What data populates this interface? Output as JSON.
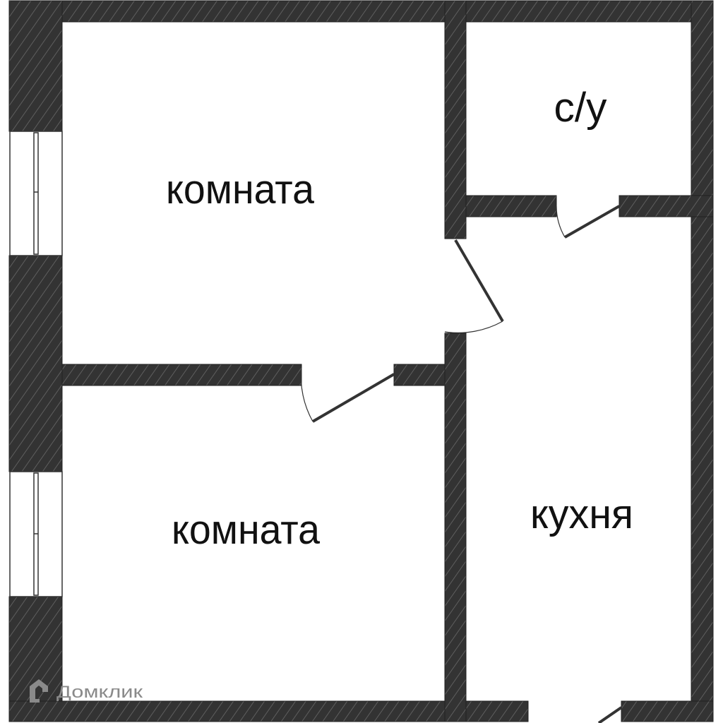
{
  "rooms": {
    "room1": "комната",
    "room2": "комната",
    "bathroom": "с/у",
    "kitchen": "кухня"
  },
  "watermark": "Домклик",
  "colors": {
    "wall": "#333333",
    "hatch": "#5a5a5a",
    "background": "#ffffff"
  }
}
